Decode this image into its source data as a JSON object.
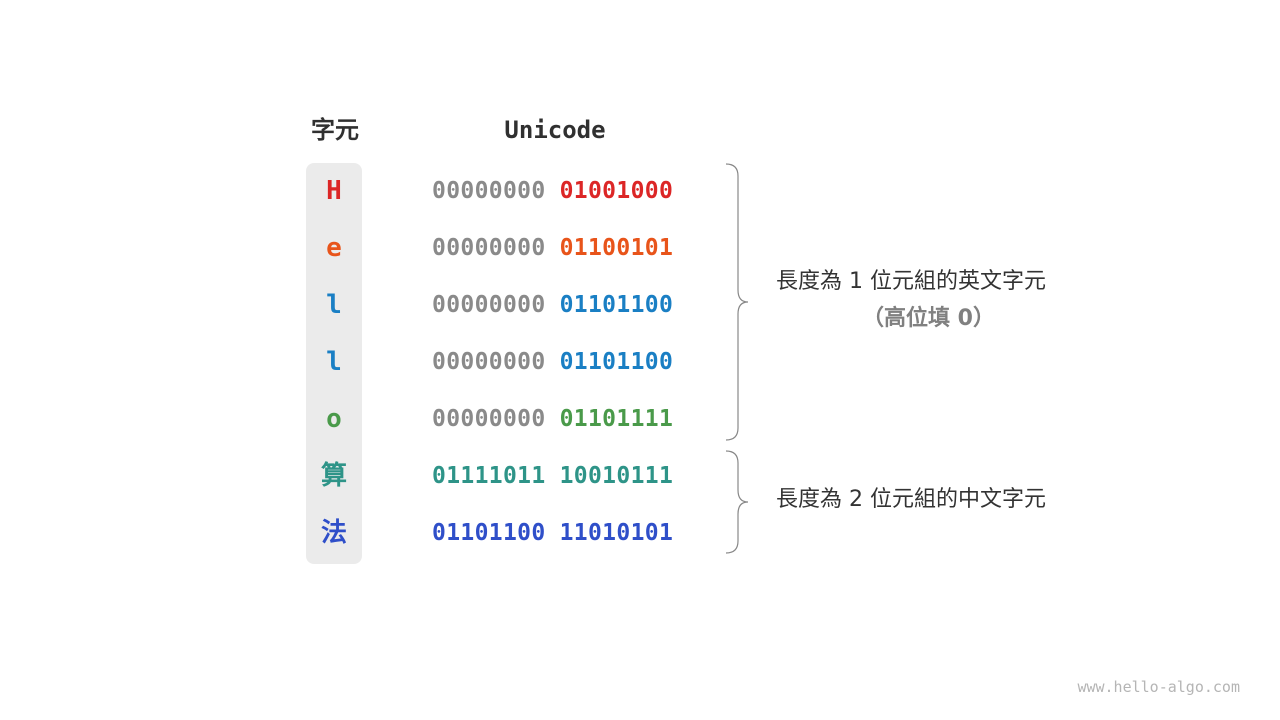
{
  "headers": {
    "characters": "字元",
    "unicode": "Unicode"
  },
  "rows": [
    {
      "char": "H",
      "hi": "00000000",
      "lo": "01001000",
      "char_color": "#dc2626",
      "hi_color": "#8a8a8a",
      "lo_color": "#dc2626"
    },
    {
      "char": "e",
      "hi": "00000000",
      "lo": "01100101",
      "char_color": "#e8541a",
      "hi_color": "#8a8a8a",
      "lo_color": "#e8541a"
    },
    {
      "char": "l",
      "hi": "00000000",
      "lo": "01101100",
      "char_color": "#1a7fc4",
      "hi_color": "#8a8a8a",
      "lo_color": "#1a7fc4"
    },
    {
      "char": "l",
      "hi": "00000000",
      "lo": "01101100",
      "char_color": "#1a7fc4",
      "hi_color": "#8a8a8a",
      "lo_color": "#1a7fc4"
    },
    {
      "char": "o",
      "hi": "00000000",
      "lo": "01101111",
      "char_color": "#4a9a4a",
      "hi_color": "#8a8a8a",
      "lo_color": "#4a9a4a"
    },
    {
      "char": "算",
      "hi": "01111011",
      "lo": "10010111",
      "char_color": "#2e9488",
      "hi_color": "#2e9488",
      "lo_color": "#2e9488"
    },
    {
      "char": "法",
      "hi": "01101100",
      "lo": "11010101",
      "char_color": "#2f4fc9",
      "hi_color": "#2f4fc9",
      "lo_color": "#2f4fc9"
    }
  ],
  "annotations": {
    "english": "長度為 1 位元組的英文字元",
    "english_note": "（高位填 0）",
    "chinese": "長度為 2 位元組的中文字元"
  },
  "watermark": "www.hello-algo.com"
}
